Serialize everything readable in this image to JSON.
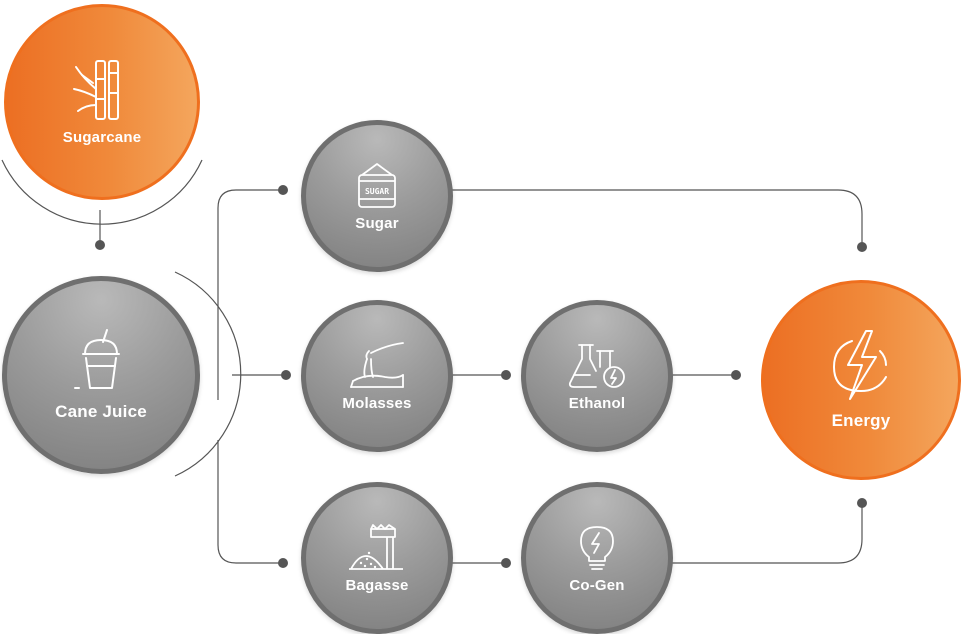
{
  "diagram": {
    "nodes": {
      "sugarcane": {
        "label": "Sugarcane",
        "icon": "sugarcane-icon"
      },
      "cane_juice": {
        "label": "Cane Juice",
        "icon": "juice-cup-icon"
      },
      "sugar": {
        "label": "Sugar",
        "icon": "sugar-bag-icon",
        "icon_text": "SUGAR"
      },
      "molasses": {
        "label": "Molasses",
        "icon": "molasses-spoon-icon"
      },
      "bagasse": {
        "label": "Bagasse",
        "icon": "bagasse-pile-icon"
      },
      "ethanol": {
        "label": "Ethanol",
        "icon": "flask-energy-icon"
      },
      "co_gen": {
        "label": "Co-Gen",
        "icon": "lightbulb-icon"
      },
      "energy": {
        "label": "Energy",
        "icon": "lightning-icon"
      }
    },
    "edges": [
      [
        "sugarcane",
        "cane_juice"
      ],
      [
        "cane_juice",
        "sugar"
      ],
      [
        "cane_juice",
        "molasses"
      ],
      [
        "cane_juice",
        "bagasse"
      ],
      [
        "molasses",
        "ethanol"
      ],
      [
        "bagasse",
        "co_gen"
      ],
      [
        "sugar",
        "energy"
      ],
      [
        "ethanol",
        "energy"
      ],
      [
        "co_gen",
        "energy"
      ]
    ],
    "colors": {
      "orange": "#ef6f1e",
      "gray": "#8a8a8a",
      "connector": "#555555"
    }
  }
}
